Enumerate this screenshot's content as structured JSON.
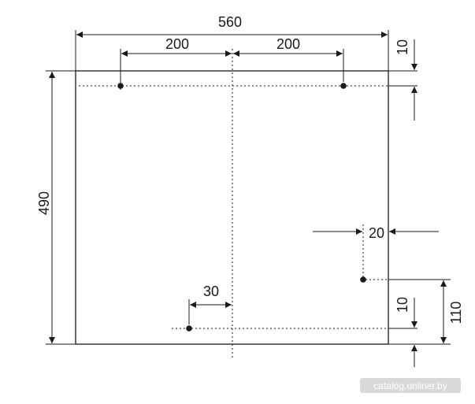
{
  "dimensions": {
    "overall_width": "560",
    "left_offset": "200",
    "right_offset": "200",
    "top_margin": "10",
    "overall_height": "490",
    "right_hole_offset": "20",
    "bottom_hole_offset": "30",
    "bottom_margin": "10",
    "bottom_hole_height": "110"
  },
  "watermark": "catalog.onliner.by",
  "colors": {
    "line": "#1a1a1a",
    "background": "#ffffff",
    "watermark_bg": "#d9d9d9"
  }
}
